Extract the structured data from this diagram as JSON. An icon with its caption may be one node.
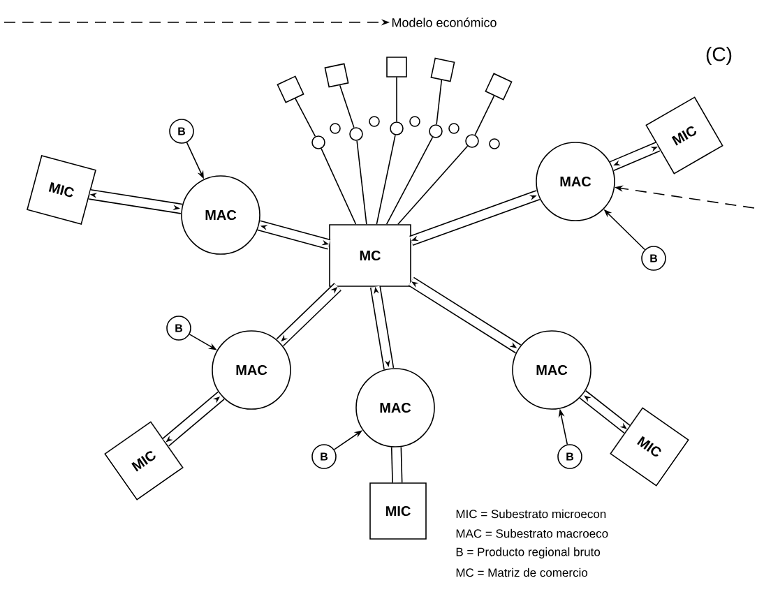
{
  "diagram": {
    "nodes": [
      {
        "text": [
          "Modelo económico"
        ]
      },
      {
        "text": [
          "MC"
        ]
      },
      {
        "text": [
          "MAC"
        ]
      },
      {
        "text": [
          "MAC"
        ]
      },
      {
        "text": [
          "MAC"
        ]
      },
      {
        "text": [
          "MAC"
        ]
      },
      {
        "text": [
          "MAC"
        ]
      },
      {
        "text": [
          "MIC"
        ]
      },
      {
        "text": [
          "MIC"
        ]
      },
      {
        "text": [
          "MIC"
        ]
      },
      {
        "text": [
          "MIC"
        ]
      },
      {
        "text": [
          "MIC"
        ]
      },
      {
        "text": [
          "B"
        ]
      },
      {
        "text": [
          "B"
        ]
      },
      {
        "text": [
          "B"
        ]
      },
      {
        "text": [
          "B"
        ]
      },
      {
        "text": [
          "B"
        ]
      },
      {
        "text": [],
        "shape": "box"
      },
      {
        "text": [],
        "shape": "box"
      },
      {
        "text": [],
        "shape": "box"
      },
      {
        "text": [],
        "shape": "box"
      },
      {
        "text": [],
        "shape": "box"
      },
      {
        "text": [],
        "shape": "circle"
      },
      {
        "text": [],
        "shape": "circle"
      },
      {
        "text": [],
        "shape": "circle"
      },
      {
        "text": [],
        "shape": "circle"
      },
      {
        "text": [],
        "shape": "circle"
      },
      {
        "text": [],
        "shape": "circle"
      },
      {
        "text": [],
        "shape": "circle"
      },
      {
        "text": [],
        "shape": "circle"
      },
      {
        "text": [],
        "shape": "circle"
      },
      {
        "text": [],
        "shape": "circle"
      }
    ],
    "edges": [
      {
        "from": null,
        "to": 0,
        "arrow": "to",
        "style": "dashed"
      },
      {
        "from": null,
        "to": 3,
        "arrow": "to",
        "style": "dashed"
      },
      {
        "from": 2,
        "to": 1,
        "arrow": "both",
        "style": "thick"
      },
      {
        "from": 3,
        "to": 1,
        "arrow": "both",
        "style": "thick"
      },
      {
        "from": 4,
        "to": 1,
        "arrow": "both",
        "style": "thick"
      },
      {
        "from": 5,
        "to": 1,
        "arrow": "both",
        "style": "thick"
      },
      {
        "from": 6,
        "to": 1,
        "arrow": "both",
        "style": "thick"
      },
      {
        "from": 2,
        "to": 7,
        "arrow": "both",
        "style": "thick"
      },
      {
        "from": 3,
        "to": 8,
        "arrow": "both",
        "style": "thick"
      },
      {
        "from": 4,
        "to": 9,
        "arrow": "both",
        "style": "thick"
      },
      {
        "from": 5,
        "to": 10,
        "arrow": "none",
        "style": "thick"
      },
      {
        "from": 6,
        "to": 11,
        "arrow": "both",
        "style": "thick"
      },
      {
        "from": 12,
        "to": 2,
        "arrow": "to"
      },
      {
        "from": 13,
        "to": 3,
        "arrow": "to"
      },
      {
        "from": 14,
        "to": 4,
        "arrow": "to"
      },
      {
        "from": 15,
        "to": 5,
        "arrow": "to"
      },
      {
        "from": 16,
        "to": 6,
        "arrow": "to"
      },
      {
        "from": 17,
        "to": 22,
        "arrow": "none"
      },
      {
        "from": 18,
        "to": 23,
        "arrow": "none"
      },
      {
        "from": 19,
        "to": 24,
        "arrow": "none"
      },
      {
        "from": 20,
        "to": 25,
        "arrow": "none"
      },
      {
        "from": 21,
        "to": 26,
        "arrow": "none"
      },
      {
        "from": 22,
        "to": 1,
        "arrow": "none"
      },
      {
        "from": 23,
        "to": 1,
        "arrow": "none"
      },
      {
        "from": 24,
        "to": 1,
        "arrow": "none"
      },
      {
        "from": 25,
        "to": 1,
        "arrow": "none"
      },
      {
        "from": 26,
        "to": 1,
        "arrow": "none"
      }
    ],
    "labels": [
      "(C)",
      "MIC = Subestrato microecon",
      "MAC = Subestrato macroeco",
      "B = Producto regional bruto",
      "MC = Matriz de comercio"
    ]
  }
}
